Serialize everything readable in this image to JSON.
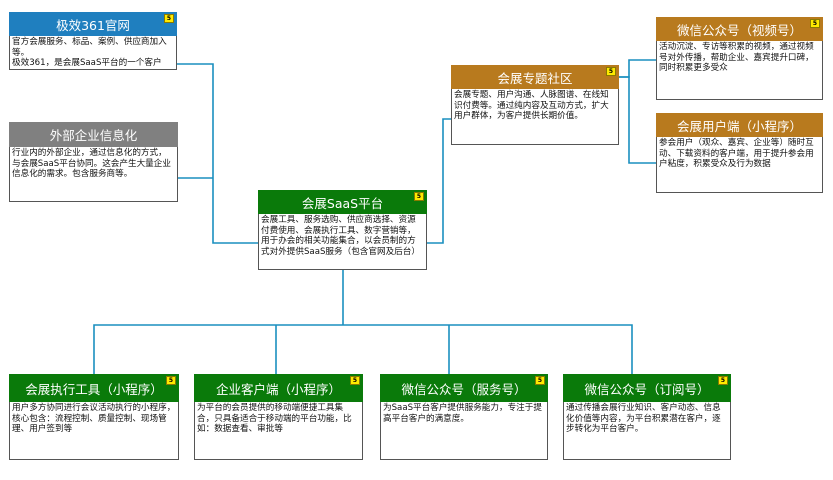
{
  "colors": {
    "blue": "#1f7fbf",
    "gray": "#808080",
    "green": "#0a7a0a",
    "brown": "#b87a1e",
    "link": "#1a8fbf",
    "sticker": "#ffea00"
  },
  "nodes": {
    "jixiao": {
      "title": "极效361官网",
      "desc": "官方会展服务、标品、案例、供应商加入等。\n极效361，是会展SaaS平台的一个客户"
    },
    "external": {
      "title": "外部企业信息化",
      "desc": "行业内的外部企业，通过信息化的方式，与会展SaaS平台协同。这会产生大量企业信息化的需求。包含服务商等。"
    },
    "platform": {
      "title": "会展SaaS平台",
      "desc": "会展工具、服务选购、供应商选择、资源付费使用、会展执行工具、数字营销等，用于办会的相关功能集合，以会员制的方式对外提供SaaS服务（包含官网及后台）"
    },
    "community": {
      "title": "会展专题社区",
      "desc": "会展专题、用户沟通、人脉图谱、在线知识付费等。通过纯内容及互动方式，扩大用户群体，为客户提供长期价值。"
    },
    "video": {
      "title": "微信公众号（视频号）",
      "desc": "活动沉淀、专访等积累的视频，通过视频号对外传播，帮助企业、嘉宾提升口碑，同时积累更多受众"
    },
    "user_end": {
      "title": "会展用户端（小程序）",
      "desc": "参会用户（观众、嘉宾、企业等）随时互动、下载资料的客户端，用于提升参会用户粘度，积累受众及行为数据"
    },
    "exec_tool": {
      "title": "会展执行工具（小程序）",
      "desc": "用户多方协同进行会议活动执行的小程序，核心包含：流程控制、质量控制、现场管理、用户签到等"
    },
    "enterprise": {
      "title": "企业客户端（小程序）",
      "desc": "为平台的会员提供的移动端便捷工具集合，只具备适合于移动端的平台功能，比如：数据查看、审批等"
    },
    "service_acct": {
      "title": "微信公众号（服务号）",
      "desc": "为SaaS平台客户提供服务能力，专注于提高平台客户的满意度。"
    },
    "sub_acct": {
      "title": "微信公众号（订阅号）",
      "desc": "通过传播会展行业知识、客户动态、信息化价值等内容，为平台积累潜在客户，逐步转化为平台客户。"
    }
  }
}
